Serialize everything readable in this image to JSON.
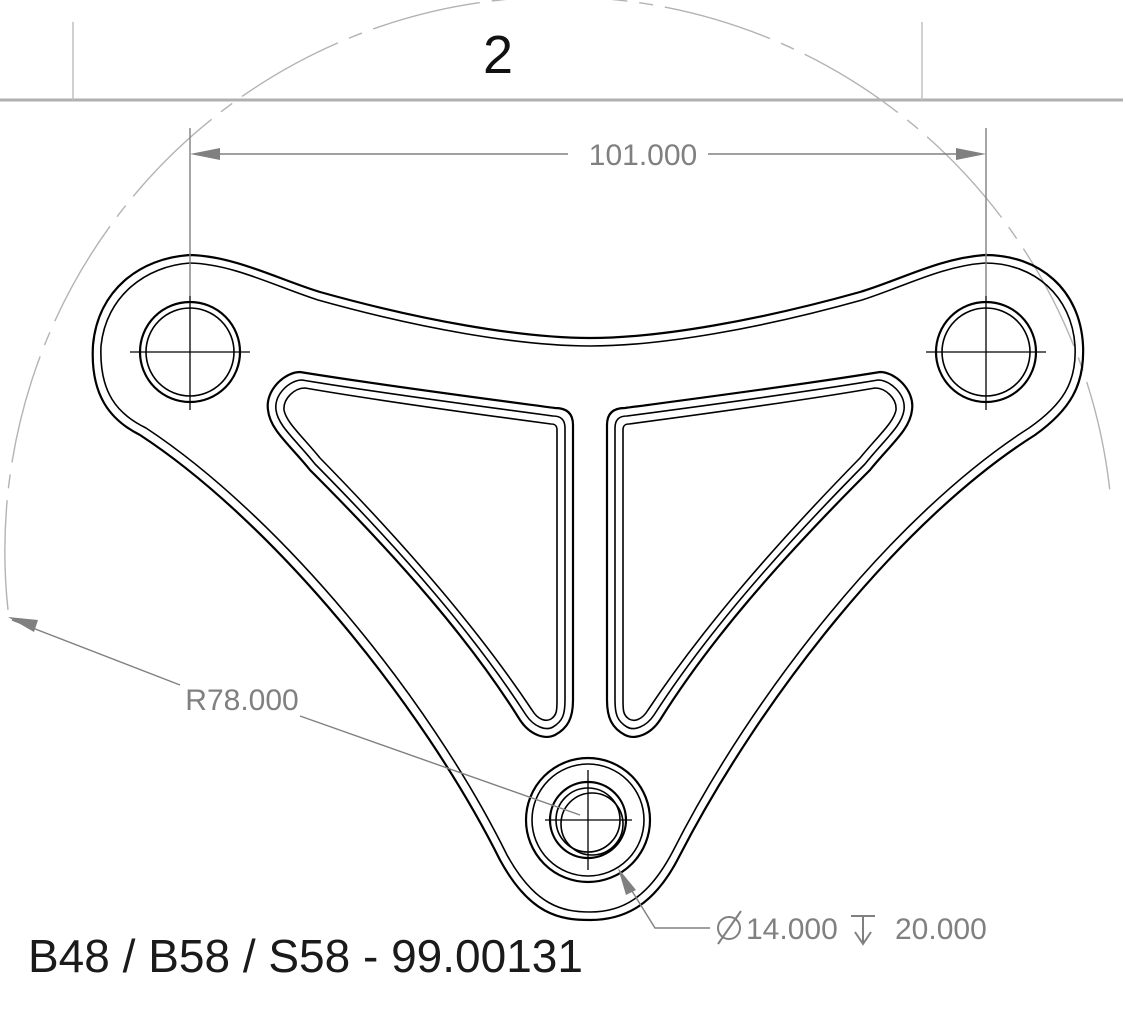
{
  "title_block": {
    "zone_number": "2"
  },
  "dimensions": {
    "hole_spacing": "101.000",
    "radius": "R78.000",
    "hole_callout_diameter": "14.000",
    "hole_callout_depth": "20.000"
  },
  "symbols": {
    "diameter": "diameter-symbol",
    "depth": "depth-symbol"
  },
  "part_number": "B48 / B58 / S58 - 99.00131"
}
